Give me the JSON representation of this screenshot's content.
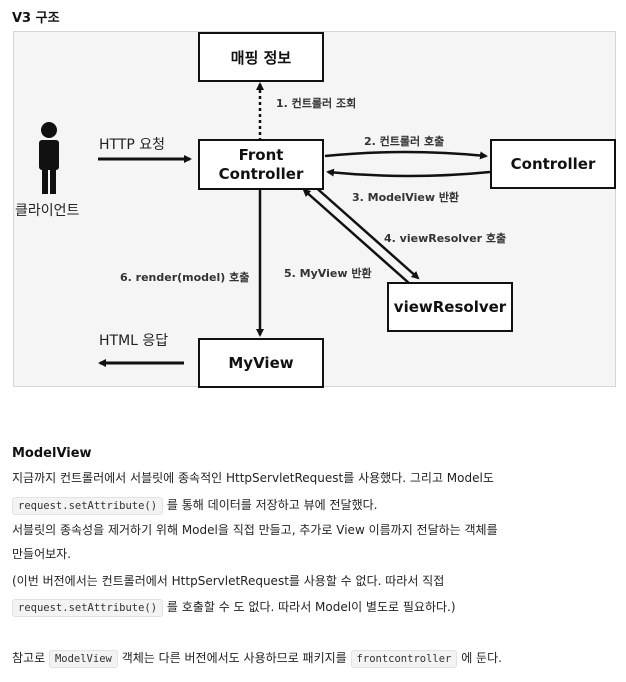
{
  "header": {
    "title": "V3 구조"
  },
  "diagram": {
    "boxes": {
      "mapping": "매핑 정보",
      "front_line1": "Front",
      "front_line2": "Controller",
      "controller": "Controller",
      "view_resolver": "viewResolver",
      "myview": "MyView"
    },
    "client_label": "클라이언트",
    "http_request": "HTTP 요청",
    "html_response": "HTML 응답",
    "step1": "1. 컨트롤러 조회",
    "step2": "2. 컨트롤러 호출",
    "step3": "3. ModelView 반환",
    "step4": "4. viewResolver 호출",
    "step5": "5. MyView 반환",
    "step6": "6. render(model) 호출"
  },
  "section": {
    "title": "ModelView",
    "p1_a": "지금까지 컨트롤러에서 서블릿에 종속적인 HttpServletRequest를 사용했다. 그리고 Model도",
    "p1_code": "request.setAttribute()",
    "p1_b": "를 통해 데이터를 저장하고 뷰에 전달했다.",
    "p2_a": "서블릿의 종속성을 제거하기 위해 Model을 직접 만들고, 추가로 View 이름까지 전달하는 객체를",
    "p2_b": "만들어보자.",
    "p3_a": "(이번 버전에서는 컨트롤러에서 HttpServletRequest를 사용할 수 없다. 따라서 직접",
    "p3_code": "request.setAttribute()",
    "p3_b": "를 호출할 수 도 없다. 따라서 Model이 별도로 필요하다.)",
    "p4_a": "참고로",
    "p4_code1": "ModelView",
    "p4_b": "객체는 다른 버전에서도 사용하므로 패키지를",
    "p4_code2": "frontcontroller",
    "p4_c": "에 둔다."
  }
}
